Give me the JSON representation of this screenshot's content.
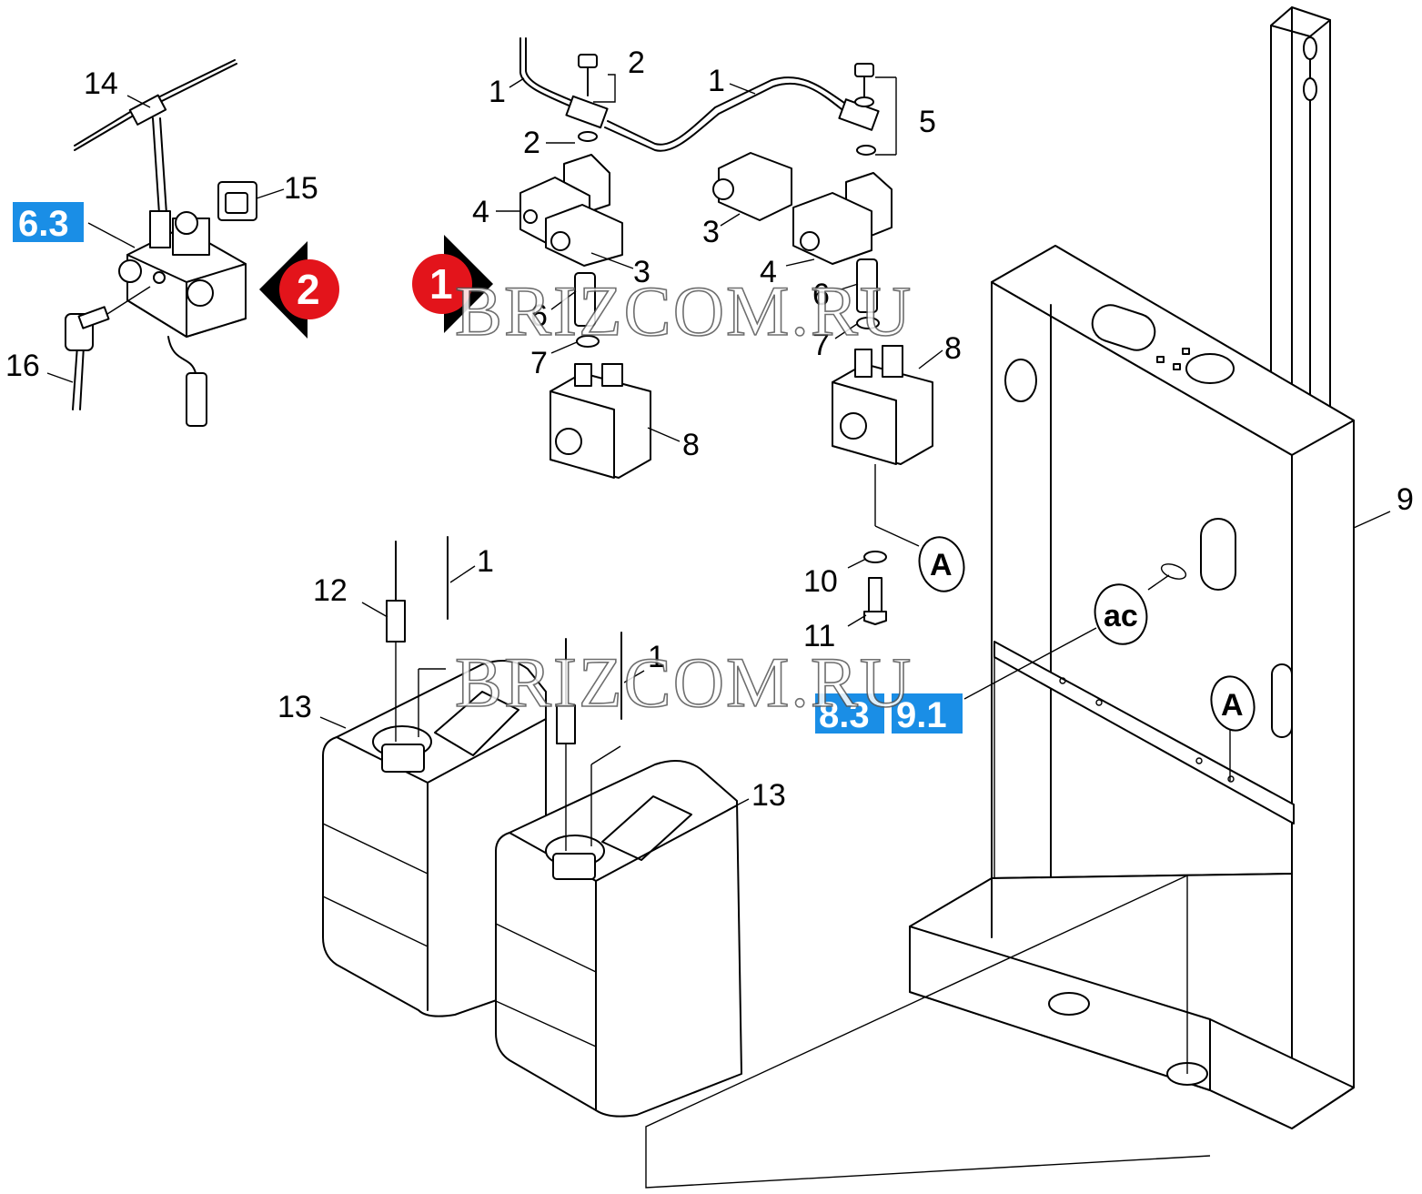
{
  "diagram": {
    "callouts": [
      {
        "id": "c14",
        "text": "14"
      },
      {
        "id": "c15",
        "text": "15"
      },
      {
        "id": "c16",
        "text": "16"
      },
      {
        "id": "c1a",
        "text": "1"
      },
      {
        "id": "c2a",
        "text": "2"
      },
      {
        "id": "c2b",
        "text": "2"
      },
      {
        "id": "c4a",
        "text": "4"
      },
      {
        "id": "c3a",
        "text": "3"
      },
      {
        "id": "c6a",
        "text": "6"
      },
      {
        "id": "c7a",
        "text": "7"
      },
      {
        "id": "c8a",
        "text": "8"
      },
      {
        "id": "c1b",
        "text": "1"
      },
      {
        "id": "c5",
        "text": "5"
      },
      {
        "id": "c3b",
        "text": "3"
      },
      {
        "id": "c4b",
        "text": "4"
      },
      {
        "id": "c6b",
        "text": "6"
      },
      {
        "id": "c7b",
        "text": "7"
      },
      {
        "id": "c8b",
        "text": "8"
      },
      {
        "id": "c9",
        "text": "9"
      },
      {
        "id": "c10",
        "text": "10"
      },
      {
        "id": "c11",
        "text": "11"
      },
      {
        "id": "c12",
        "text": "12"
      },
      {
        "id": "c1c",
        "text": "1"
      },
      {
        "id": "c13a",
        "text": "13"
      },
      {
        "id": "c1d",
        "text": "1"
      },
      {
        "id": "c13b",
        "text": "13"
      }
    ],
    "reference_boxes": [
      {
        "id": "ref63",
        "text": "6.3"
      },
      {
        "id": "ref83",
        "text": "8.3"
      },
      {
        "id": "ref91",
        "text": "9.1"
      }
    ],
    "circle_labels": [
      {
        "id": "circA1",
        "text": "A"
      },
      {
        "id": "circAc",
        "text": "ac"
      },
      {
        "id": "circA2",
        "text": "A"
      }
    ],
    "view_badges": [
      {
        "id": "badge2",
        "text": "2"
      },
      {
        "id": "badge1",
        "text": "1"
      }
    ],
    "watermarks": [
      {
        "id": "wm1",
        "text": "BRIZCOM.RU"
      },
      {
        "id": "wm2",
        "text": "BRIZCOM.RU"
      }
    ],
    "colors": {
      "reference_box": "#1a8ee6",
      "badge_red": "#e3141b",
      "line": "#000000"
    }
  }
}
